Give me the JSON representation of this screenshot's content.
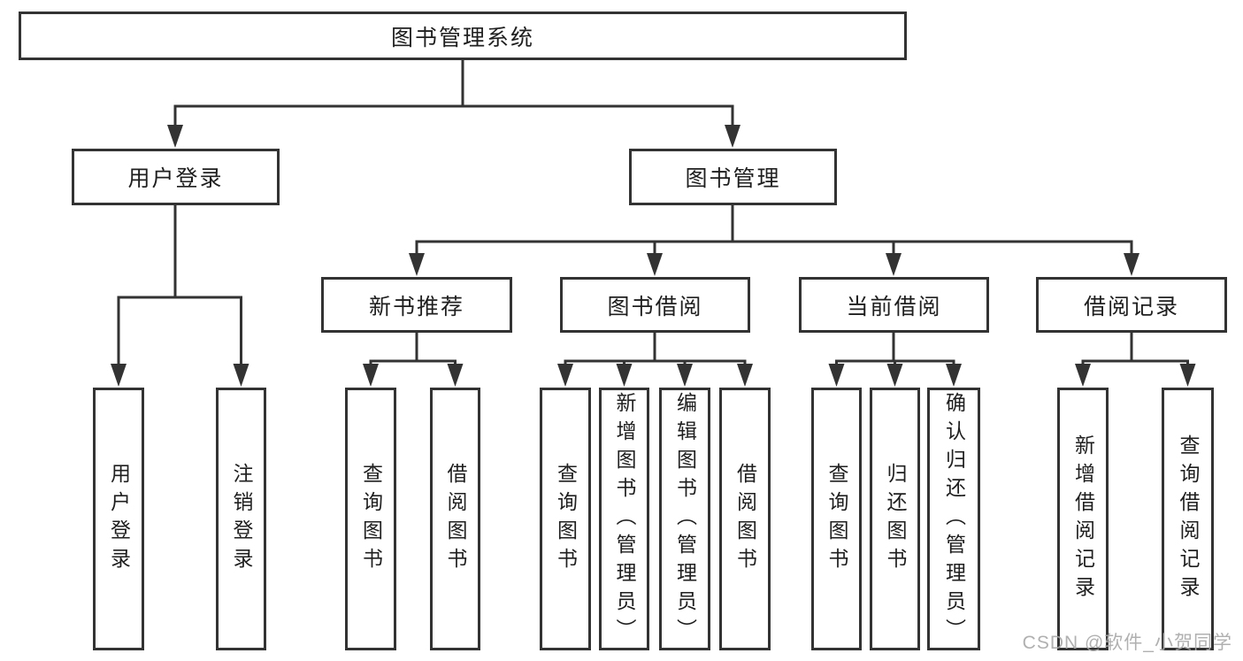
{
  "diagram": {
    "title": "图书管理系统",
    "root": "图书管理系统",
    "level2": [
      "用户登录",
      "图书管理"
    ],
    "level3": [
      "新书推荐",
      "图书借阅",
      "当前借阅",
      "借阅记录"
    ],
    "leaves_login": [
      "用户登录",
      "注销登录"
    ],
    "leaves_recommend": [
      "查询图书",
      "借阅图书"
    ],
    "leaves_borrow": [
      "查询图书",
      "新增图书（管理员）",
      "编辑图书（管理员）",
      "借阅图书"
    ],
    "leaves_current": [
      "查询图书",
      "归还图书",
      "确认归还（管理员）"
    ],
    "leaves_records": [
      "新增借阅记录",
      "查询借阅记录"
    ]
  },
  "watermark": "CSDN @软件_小贺同学",
  "colors": {
    "line": "#333333",
    "text": "#1f1f1f",
    "watermark": "#a8a8a8",
    "background": "#ffffff"
  }
}
